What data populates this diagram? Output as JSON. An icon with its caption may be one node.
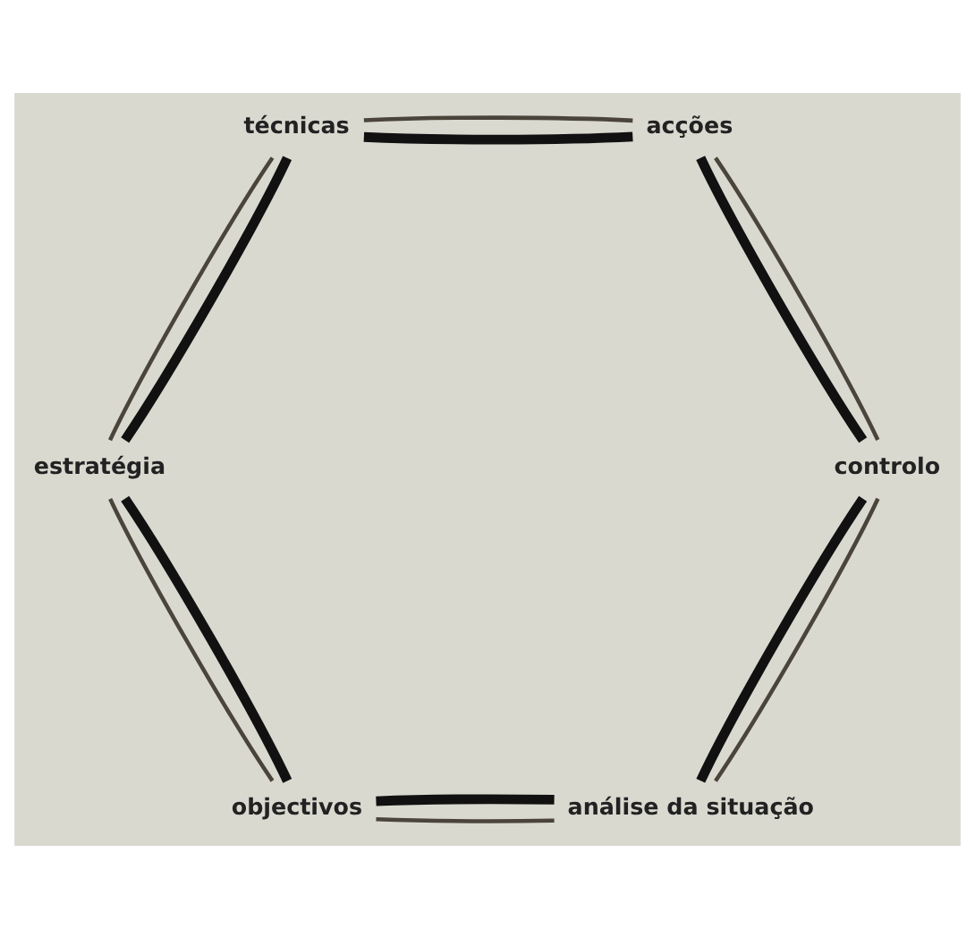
{
  "diagram": {
    "nodes": [
      {
        "text": [
          "análise da situação"
        ]
      },
      {
        "text": [
          "controlo"
        ]
      },
      {
        "text": [
          "objectivos"
        ]
      },
      {
        "text": [
          "acções"
        ]
      },
      {
        "text": [
          "estratégia"
        ]
      },
      {
        "text": [
          "técnicas"
        ]
      }
    ],
    "edges": [
      {
        "from": 0,
        "to": 2,
        "arrow": "none",
        "color": "#4b443a"
      },
      {
        "from": 2,
        "to": 4,
        "arrow": "none",
        "color": "#4b443a"
      },
      {
        "from": 4,
        "to": 5,
        "arrow": "none",
        "color": "#4b443a"
      },
      {
        "from": 5,
        "to": 3,
        "arrow": "none",
        "color": "#4b443a"
      },
      {
        "from": 3,
        "to": 1,
        "arrow": "none",
        "color": "#4b443a"
      },
      {
        "from": 1,
        "to": 0,
        "arrow": "none",
        "color": "#4b443a"
      },
      {
        "from": 0,
        "to": 2,
        "arrow": "none",
        "style": "thick"
      },
      {
        "from": 2,
        "to": 4,
        "arrow": "none",
        "style": "thick"
      },
      {
        "from": 4,
        "to": 5,
        "arrow": "none",
        "style": "thick"
      },
      {
        "from": 5,
        "to": 3,
        "arrow": "none",
        "style": "thick"
      },
      {
        "from": 3,
        "to": 1,
        "arrow": "none",
        "style": "thick"
      },
      {
        "from": 1,
        "to": 0,
        "arrow": "none",
        "style": "thick"
      }
    ]
  }
}
